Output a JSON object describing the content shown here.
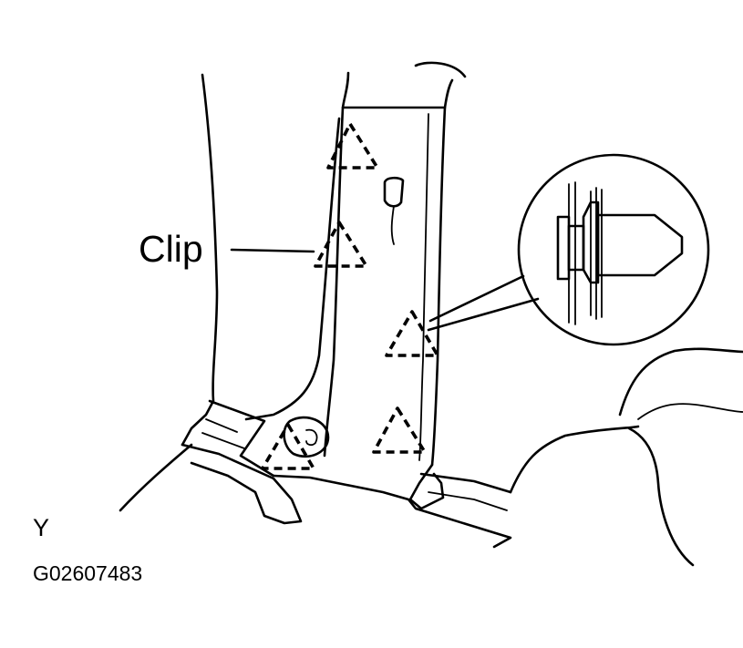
{
  "callouts": {
    "clip_label": "Clip"
  },
  "view": {
    "label": "Y"
  },
  "figure": {
    "code": "G02607483"
  },
  "icons": {
    "clip_marker": "dashed-triangle-icon",
    "clip_detail": "clip-detail-magnifier-icon"
  }
}
